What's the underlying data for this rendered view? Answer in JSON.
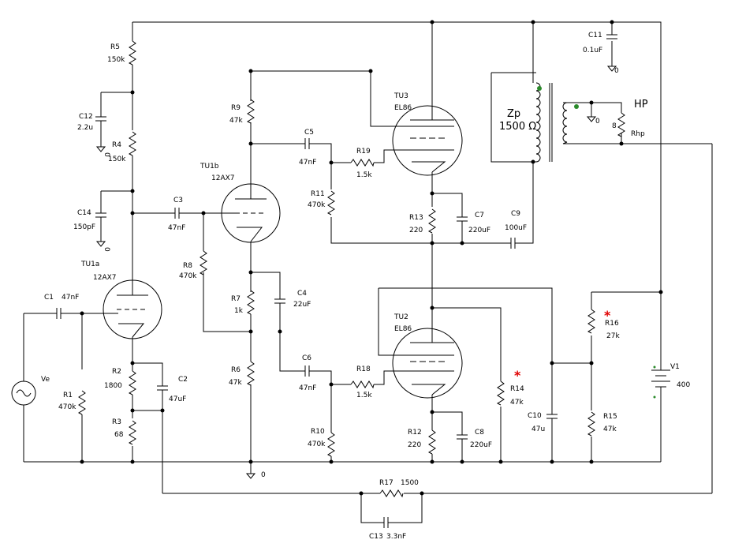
{
  "labels": {
    "R5": "R5",
    "R5v": "150k",
    "C12": "C12",
    "C12v": "2.2u",
    "R4": "R4",
    "R4v": "150k",
    "C14": "C14",
    "C14v": "150pF",
    "TU1a": "TU1a",
    "TU1av": "12AX7",
    "C1": "C1",
    "C1v": "47nF",
    "Ve": "Ve",
    "R1": "R1",
    "R1v": "470k",
    "R2": "R2",
    "R2v": "1800",
    "C2": "C2",
    "C2v": "47uF",
    "R3": "R3",
    "R3v": "68",
    "C3": "C3",
    "C3v": "47nF",
    "TU1b": "TU1b",
    "TU1bv": "12AX7",
    "R8": "R8",
    "R8v": "470k",
    "R9": "R9",
    "R9v": "47k",
    "R7": "R7",
    "R7v": "1k",
    "C4": "C4",
    "C4v": "22uF",
    "R6": "R6",
    "R6v": "47k",
    "C5": "C5",
    "C5v": "47nF",
    "R19": "R19",
    "R19v": "1.5k",
    "R11": "R11",
    "R11v": "470k",
    "C6": "C6",
    "C6v": "47nF",
    "R18": "R18",
    "R18v": "1.5k",
    "R10": "R10",
    "R10v": "470k",
    "TU3": "TU3",
    "TU3v": "EL86",
    "TU2": "TU2",
    "TU2v": "EL86",
    "R13": "R13",
    "R13v": "220",
    "C7": "C7",
    "C7v": "220uF",
    "C9": "C9",
    "C9v": "100uF",
    "R12": "R12",
    "R12v": "220",
    "C8": "C8",
    "C8v": "220uF",
    "R14": "R14",
    "R14v": "47k",
    "C10": "C10",
    "C10v": "47u",
    "R15": "R15",
    "R15v": "47k",
    "R16": "R16",
    "R16v": "27k",
    "V1": "V1",
    "V1v": "400",
    "C11": "C11",
    "C11v": "0.1uF",
    "Zp": "Zp",
    "Zpv": "1500 Ω",
    "HP": "HP",
    "Rhp": "Rhp",
    "Rhpv": "8",
    "R17": "R17",
    "R17v": "1500",
    "C13": "C13",
    "C13v": "3.3nF",
    "gnd": "0",
    "star": "*"
  }
}
